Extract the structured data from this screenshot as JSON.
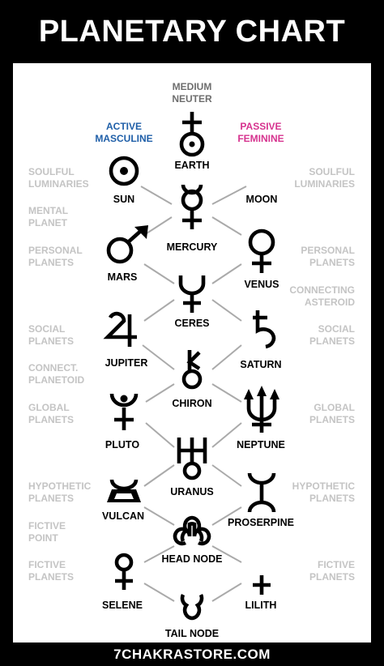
{
  "title": "PLANETARY CHART",
  "footer": "7CHAKRASTORE.COM",
  "colors": {
    "background": "#000000",
    "panel": "#ffffff",
    "masculine": "#1f5fa8",
    "feminine": "#d6338f",
    "category": "#c4c4c4",
    "connector": "#aaaaaa"
  },
  "headers": {
    "neuter": [
      "MEDIUM",
      "NEUTER"
    ],
    "masculine": [
      "ACTIVE",
      "MASCULINE"
    ],
    "feminine": [
      "PASSIVE",
      "FEMININE"
    ]
  },
  "left_categories": [
    [
      "SOULFUL",
      "LUMINARIES"
    ],
    [
      "MENTAL",
      "PLANET"
    ],
    [
      "PERSONAL",
      "PLANETS"
    ],
    [
      "SOCIAL",
      "PLANETS"
    ],
    [
      "CONNECT.",
      "PLANETOID"
    ],
    [
      "GLOBAL",
      "PLANETS"
    ],
    [
      "HYPOTHETIC",
      "PLANETS"
    ],
    [
      "FICTIVE",
      "POINT"
    ],
    [
      "FICTIVE",
      "PLANETS"
    ]
  ],
  "right_categories": [
    [
      "SOULFUL",
      "LUMINARIES"
    ],
    [
      "PERSONAL",
      "PLANETS"
    ],
    [
      "CONNECTING",
      "ASTEROID"
    ],
    [
      "SOCIAL",
      "PLANETS"
    ],
    [
      "GLOBAL",
      "PLANETS"
    ],
    [
      "HYPOTHETIC",
      "PLANETS"
    ],
    [
      "FICTIVE",
      "PLANETS"
    ]
  ],
  "bodies": {
    "earth": {
      "label": "EARTH",
      "icon": "earth-icon"
    },
    "sun": {
      "label": "SUN",
      "icon": "sun-icon"
    },
    "moon": {
      "label": "MOON",
      "icon": "moon-icon"
    },
    "mercury": {
      "label": "MERCURY",
      "icon": "mercury-icon"
    },
    "mars": {
      "label": "MARS",
      "icon": "mars-icon"
    },
    "venus": {
      "label": "VENUS",
      "icon": "venus-icon"
    },
    "ceres": {
      "label": "CERES",
      "icon": "ceres-icon"
    },
    "jupiter": {
      "label": "JUPITER",
      "icon": "jupiter-icon"
    },
    "saturn": {
      "label": "SATURN",
      "icon": "saturn-icon"
    },
    "chiron": {
      "label": "CHIRON",
      "icon": "chiron-icon"
    },
    "pluto": {
      "label": "PLUTO",
      "icon": "pluto-icon"
    },
    "neptune": {
      "label": "NEPTUNE",
      "icon": "neptune-icon"
    },
    "uranus": {
      "label": "URANUS",
      "icon": "uranus-icon"
    },
    "vulcan": {
      "label": "VULCAN",
      "icon": "vulcan-icon"
    },
    "proserpine": {
      "label": "PROSERPINE",
      "icon": "proserpine-icon"
    },
    "head_node": {
      "label": "HEAD NODE",
      "icon": "head-node-icon"
    },
    "selene": {
      "label": "SELENE",
      "icon": "selene-icon"
    },
    "lilith": {
      "label": "LILITH",
      "icon": "lilith-icon"
    },
    "tail_node": {
      "label": "TAIL NODE",
      "icon": "tail-node-icon"
    }
  }
}
